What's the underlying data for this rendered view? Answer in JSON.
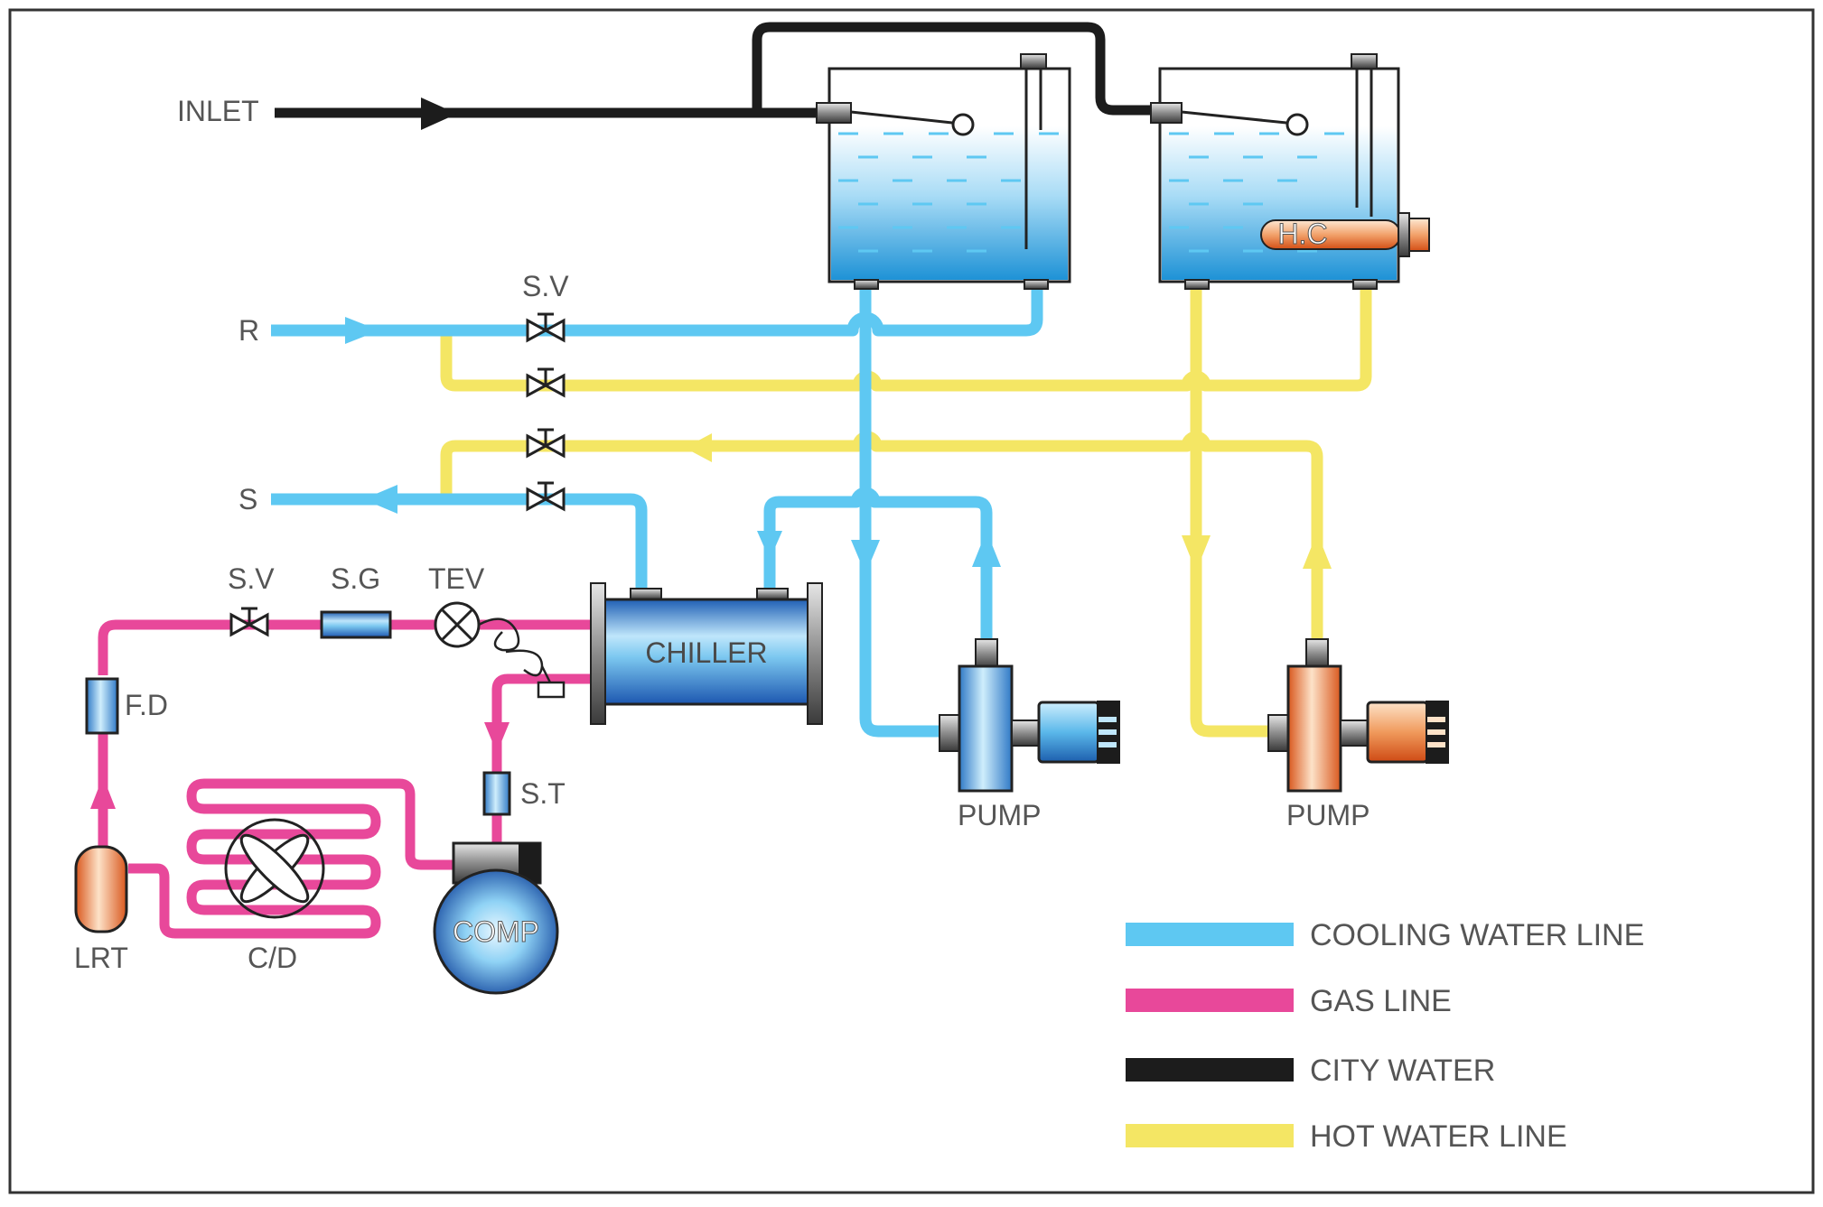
{
  "labels": {
    "inlet": "INLET",
    "r": "R",
    "s": "S",
    "sv_top": "S.V",
    "sv_gas": "S.V",
    "sg": "S.G",
    "tev": "TEV",
    "fd": "F.D",
    "st": "S.T",
    "lrt": "LRT",
    "cd": "C/D",
    "chiller": "CHILLER",
    "comp": "COMP",
    "hc": "H.C",
    "pump_cooling": "PUMP",
    "pump_hot": "PUMP"
  },
  "legend": [
    {
      "label": "COOLING WATER LINE",
      "color": "#5ec8f2"
    },
    {
      "label": "GAS LINE",
      "color": "#e8489a"
    },
    {
      "label": "CITY WATER",
      "color": "#1c1c1c"
    },
    {
      "label": "HOT WATER LINE",
      "color": "#f4e664"
    }
  ],
  "colors": {
    "cooling": "#5ec8f2",
    "gas": "#e8489a",
    "city": "#1c1c1c",
    "hot": "#f4e664"
  }
}
